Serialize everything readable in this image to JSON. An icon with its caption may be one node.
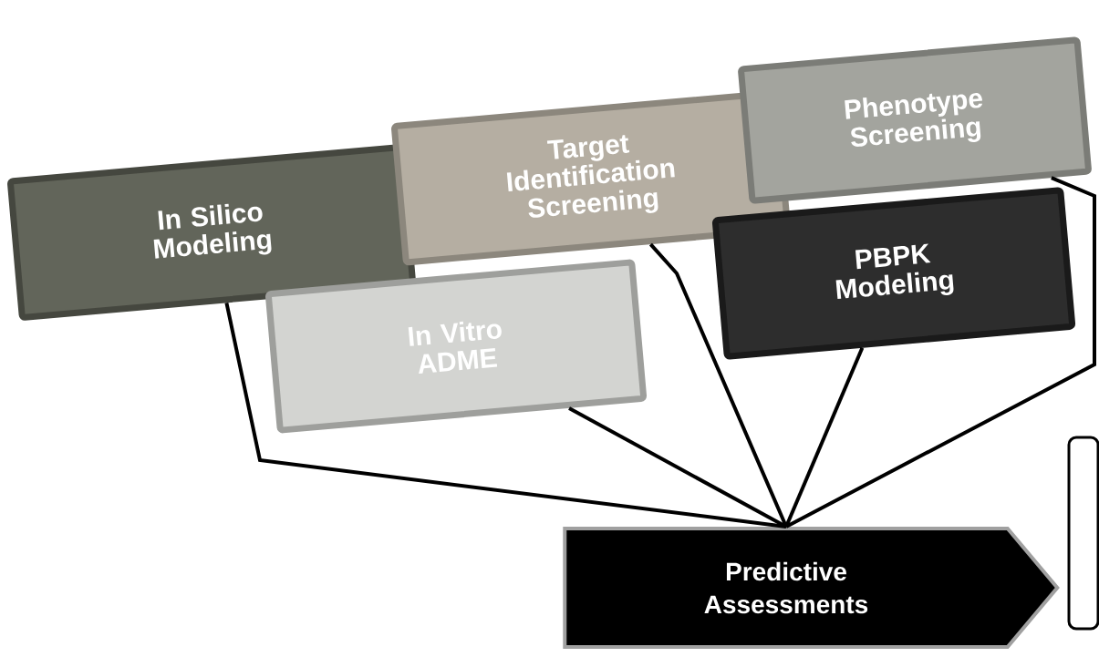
{
  "diagram": {
    "nodes": [
      {
        "text": [
          "In Silico Modeling"
        ]
      },
      {
        "text": [
          "Target Identification Screening"
        ]
      },
      {
        "text": [
          "Phenotype Screening"
        ]
      },
      {
        "text": [
          "In Vitro ADME"
        ]
      },
      {
        "text": [
          "PBPK Modeling"
        ]
      },
      {
        "text": [
          "Predictive Assessments"
        ]
      },
      {
        "text": [],
        "shape": "box"
      }
    ],
    "edges": [
      {
        "from": 0,
        "to": 5,
        "arrow": "none"
      },
      {
        "from": 1,
        "to": 5,
        "arrow": "none"
      },
      {
        "from": 2,
        "to": 5,
        "arrow": "none"
      },
      {
        "from": 3,
        "to": 5,
        "arrow": "none"
      },
      {
        "from": 4,
        "to": 5,
        "arrow": "none"
      }
    ]
  }
}
